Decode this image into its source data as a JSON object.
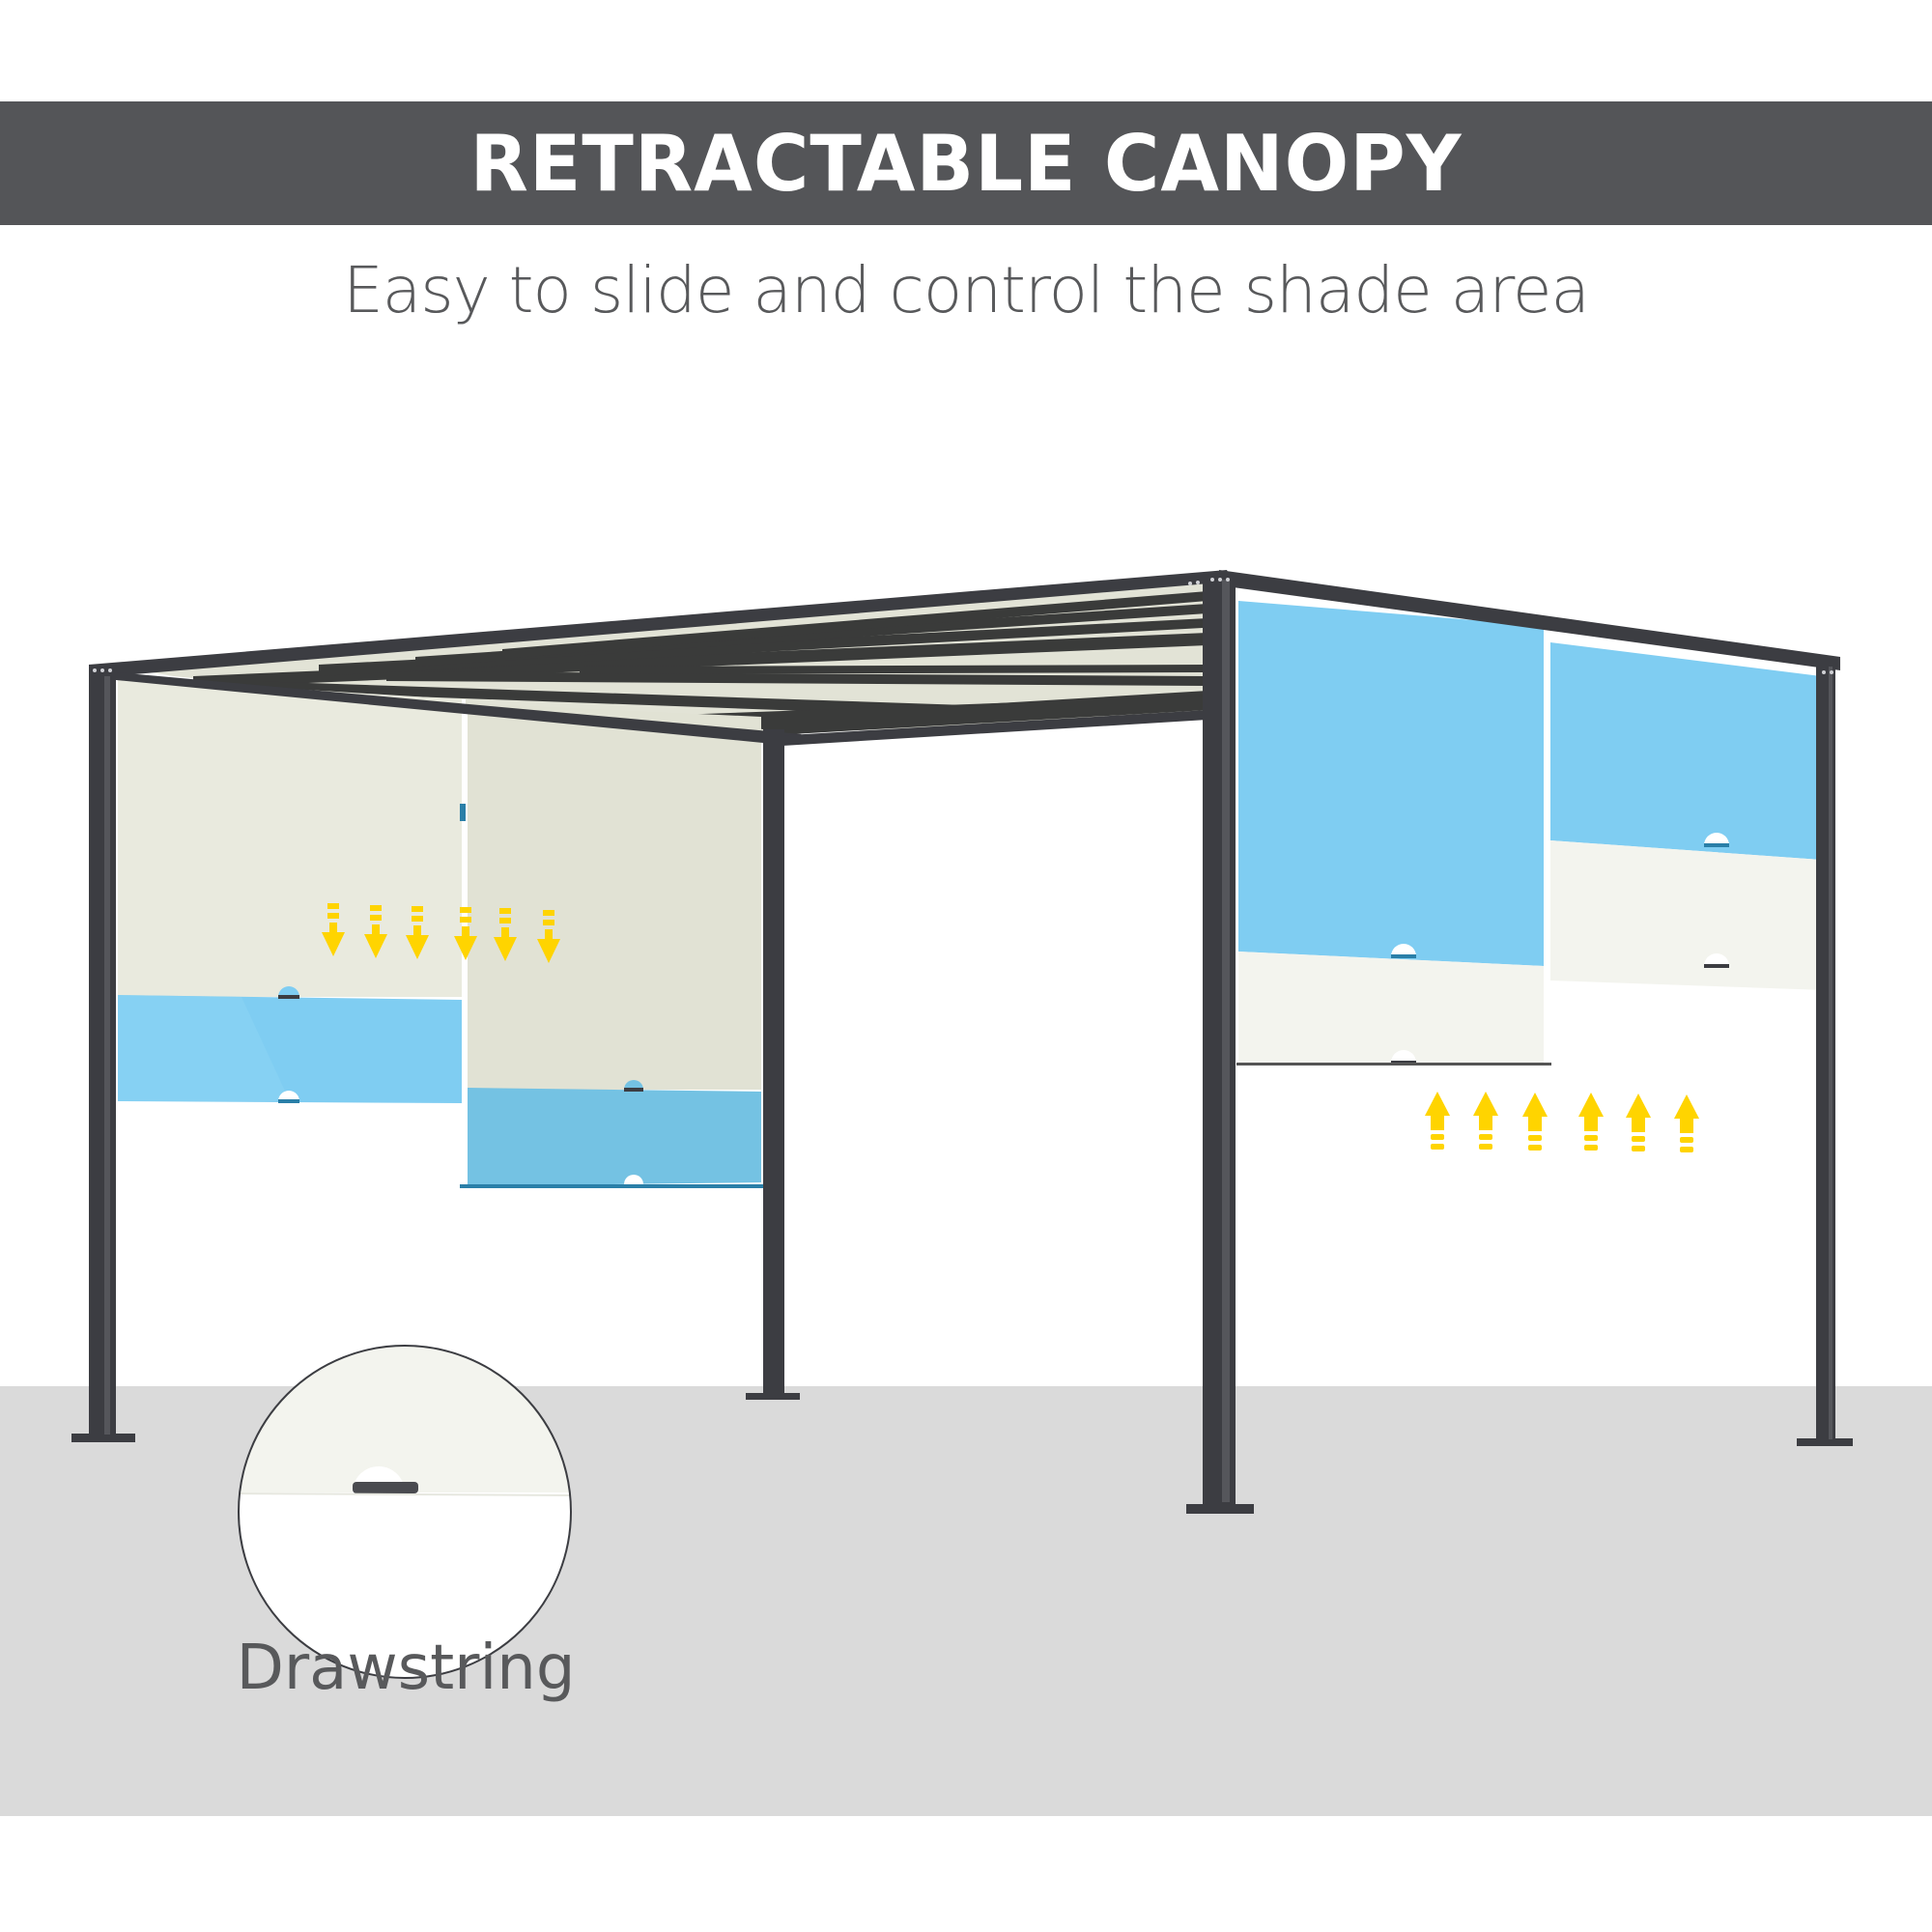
{
  "header": {
    "title": "RETRACTABLE CANOPY",
    "subtitle": "Easy to slide and control the shade area"
  },
  "illustration": {
    "subject": "pergola with retractable canopy panels",
    "left_panels": {
      "state": "extending",
      "arrow_direction": "down",
      "arrow_count": 6
    },
    "right_panels": {
      "state": "retracting",
      "arrow_direction": "up",
      "arrow_count": 6
    }
  },
  "inset": {
    "label": "Drawstring",
    "icon": "drawstring-closeup"
  },
  "colors": {
    "title_bar": "#545558",
    "title_text": "#ffffff",
    "subtitle_text": "#58595b",
    "frame": "#3c3d42",
    "canopy_cream": "#e2e3d6",
    "canopy_blue": "#7fcdf2",
    "canopy_blue_dark": "#74c2e3",
    "arrow_yellow": "#ffd400",
    "floor": "#dadada"
  }
}
